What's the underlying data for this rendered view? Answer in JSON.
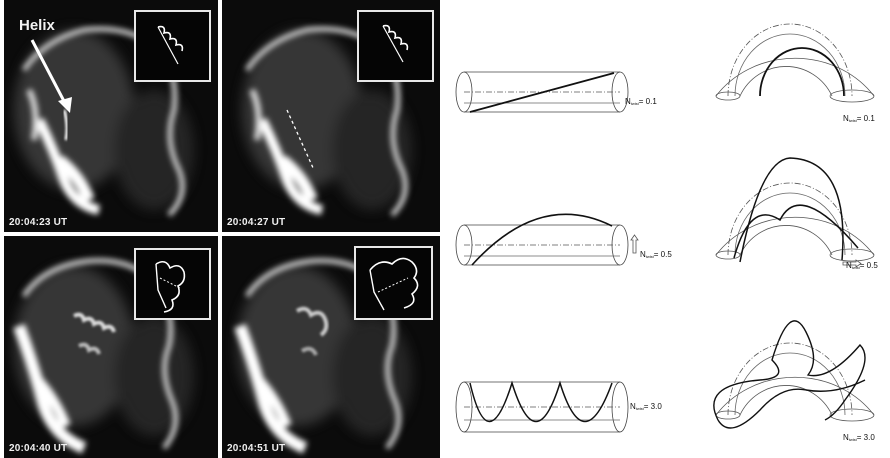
{
  "observation_panels": [
    {
      "timestamp": "20:04:23 UT"
    },
    {
      "timestamp": "20:04:27 UT"
    },
    {
      "timestamp": "20:04:40 UT"
    },
    {
      "timestamp": "20:04:51 UT"
    }
  ],
  "helix_annotation": "Helix",
  "twist_models": [
    {
      "n_symbol": "N",
      "n_subscript": "twist",
      "value_text": "= 0.1"
    },
    {
      "n_symbol": "N",
      "n_subscript": "twist",
      "value_text": "= 0.5"
    },
    {
      "n_symbol": "N",
      "n_subscript": "twist",
      "value_text": "= 3.0"
    }
  ]
}
